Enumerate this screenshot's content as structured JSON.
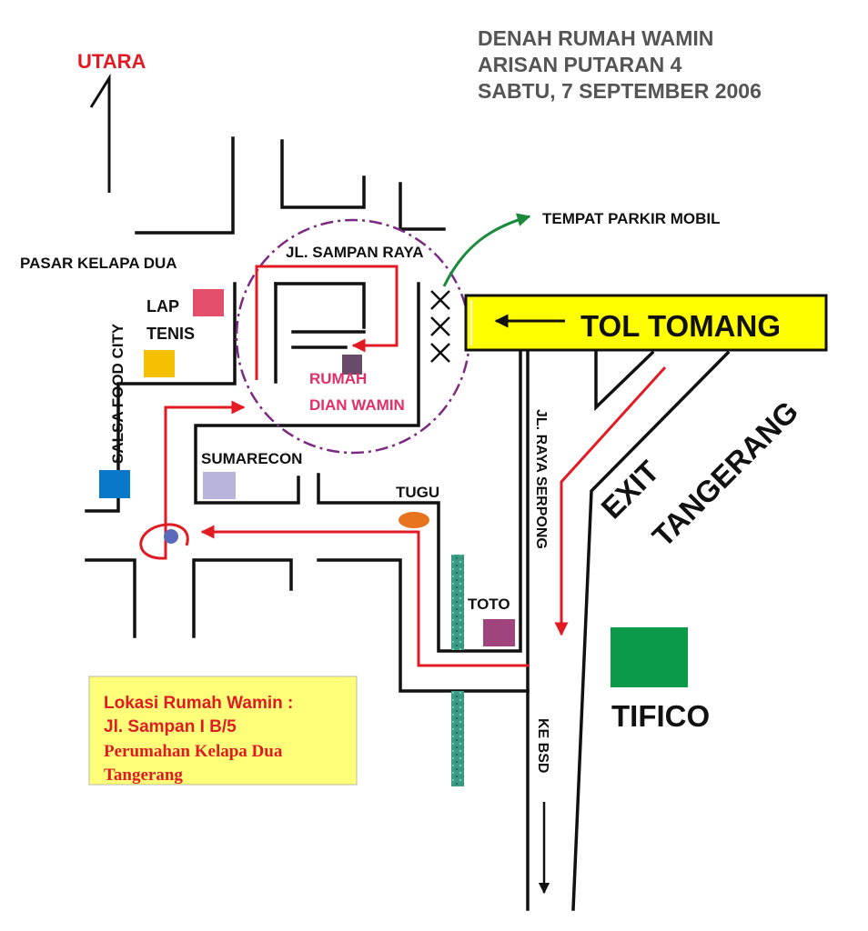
{
  "title": {
    "line1": "DENAH RUMAH WAMIN",
    "line2": "ARISAN PUTARAN 4",
    "line3": "SABTU, 7 SEPTEMBER 2006"
  },
  "north": {
    "label": "UTARA"
  },
  "streets": {
    "sampan_raya": "JL. SAMPAN RAYA",
    "raya_serpong": "JL. RAYA SERPONG",
    "ke_bsd": "KE BSD"
  },
  "places": {
    "pasar": "PASAR KELAPA DUA",
    "salsa": "SALSA FOOD CITY",
    "lap": "LAP",
    "tenis": "TENIS",
    "sumarecon": "SUMARECON",
    "tugu": "TUGU",
    "toto": "TOTO",
    "tifico": "TIFICO",
    "rumah_line1": "RUMAH",
    "rumah_line2": "DIAN WAMIN",
    "parkir": "TEMPAT PARKIR MOBIL",
    "tol": "TOL TOMANG",
    "exit_line1": "EXIT",
    "exit_line2": "TANGERANG"
  },
  "location_box": {
    "line1": "Lokasi Rumah Wamin :",
    "line2": "Jl. Sampan I B/5",
    "line3": "Perumahan Kelapa Dua",
    "line4": "Tangerang"
  },
  "colors": {
    "route": "#e01b24",
    "parking_arrow": "#1a8a3c",
    "circle": "#7b2a82",
    "tol_box": "#ffff00",
    "note_box": "#ffff7a",
    "lap_square": "#e4506c",
    "tenis_square": "#f5c000",
    "salsa_square": "#0a78c8",
    "sumarecon_square": "#b8b4dc",
    "rumah_square": "#6a4a6a",
    "toto_square": "#a0447e",
    "tugu_ellipse": "#e87420",
    "tifico_square": "#0c9a48",
    "canal": "#3a9a86",
    "title_text": "#555555"
  }
}
